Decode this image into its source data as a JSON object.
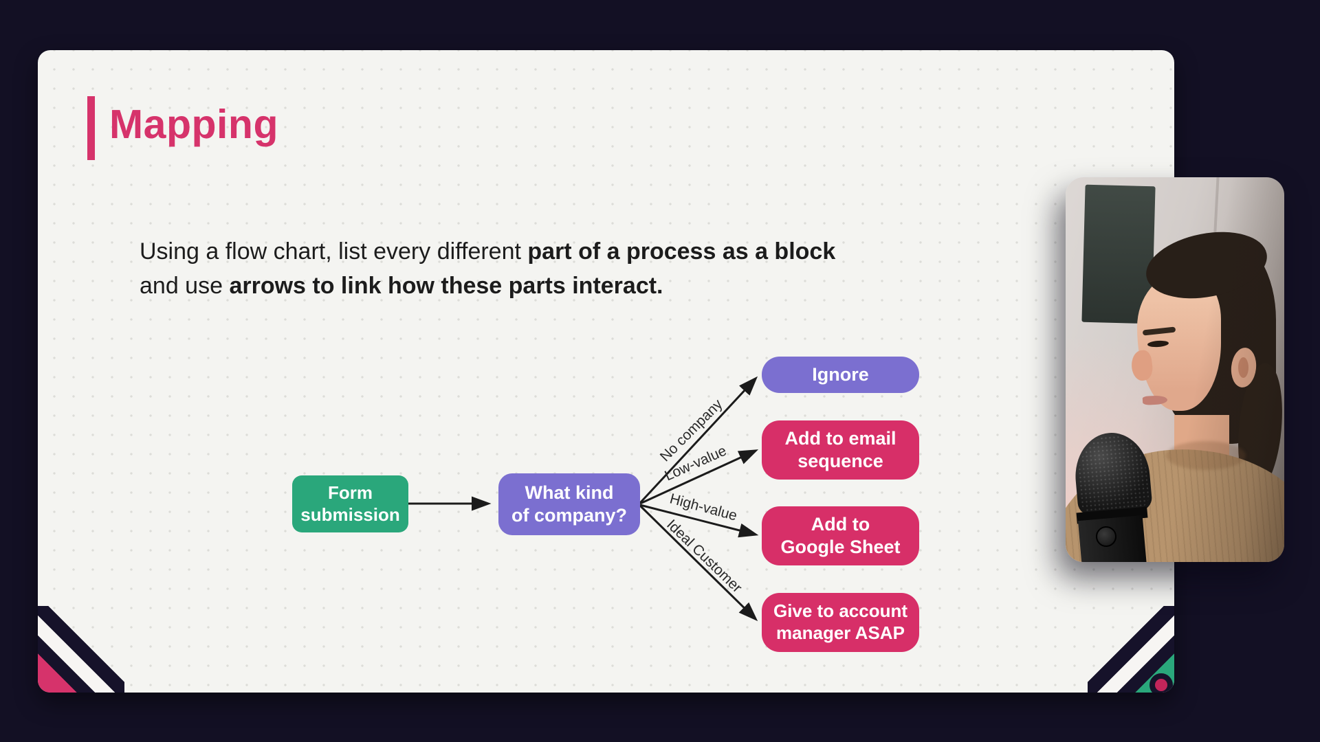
{
  "slide": {
    "title": "Mapping",
    "body": {
      "seg1": "Using a flow chart, list every different ",
      "seg2": "part of a process as a block",
      "seg3": "and use ",
      "seg4": "arrows to link how these parts interact."
    },
    "flowchart": {
      "nodes": [
        {
          "id": "form-submission",
          "label": "Form\nsubmission",
          "color": "#2aa77b"
        },
        {
          "id": "what-kind-of-company",
          "label": "What kind\nof company?",
          "color": "#7b6fd0"
        },
        {
          "id": "ignore",
          "label": "Ignore",
          "color": "#7b6fd0"
        },
        {
          "id": "add-to-email-sequence",
          "label": "Add to email\nsequence",
          "color": "#d72f68"
        },
        {
          "id": "add-to-google-sheet",
          "label": "Add to\nGoogle Sheet",
          "color": "#d72f68"
        },
        {
          "id": "give-to-account-manager",
          "label": "Give to account\nmanager ASAP",
          "color": "#d72f68"
        }
      ],
      "edges": [
        {
          "from": "form-submission",
          "to": "what-kind-of-company",
          "label": ""
        },
        {
          "from": "what-kind-of-company",
          "to": "ignore",
          "label": "No company"
        },
        {
          "from": "what-kind-of-company",
          "to": "add-to-email-sequence",
          "label": "Low-value"
        },
        {
          "from": "what-kind-of-company",
          "to": "add-to-google-sheet",
          "label": "High-value"
        },
        {
          "from": "what-kind-of-company",
          "to": "give-to-account-manager",
          "label": "Ideal Customer"
        }
      ]
    },
    "colors": {
      "accent_pink": "#d6336b",
      "node_green": "#2aa77b",
      "node_purple": "#7b6fd0",
      "node_pink": "#d72f68",
      "background_navy": "#131024",
      "slide_background": "#f4f4f1",
      "corner_teal": "#2aa77b",
      "corner_navy": "#16122a"
    }
  }
}
